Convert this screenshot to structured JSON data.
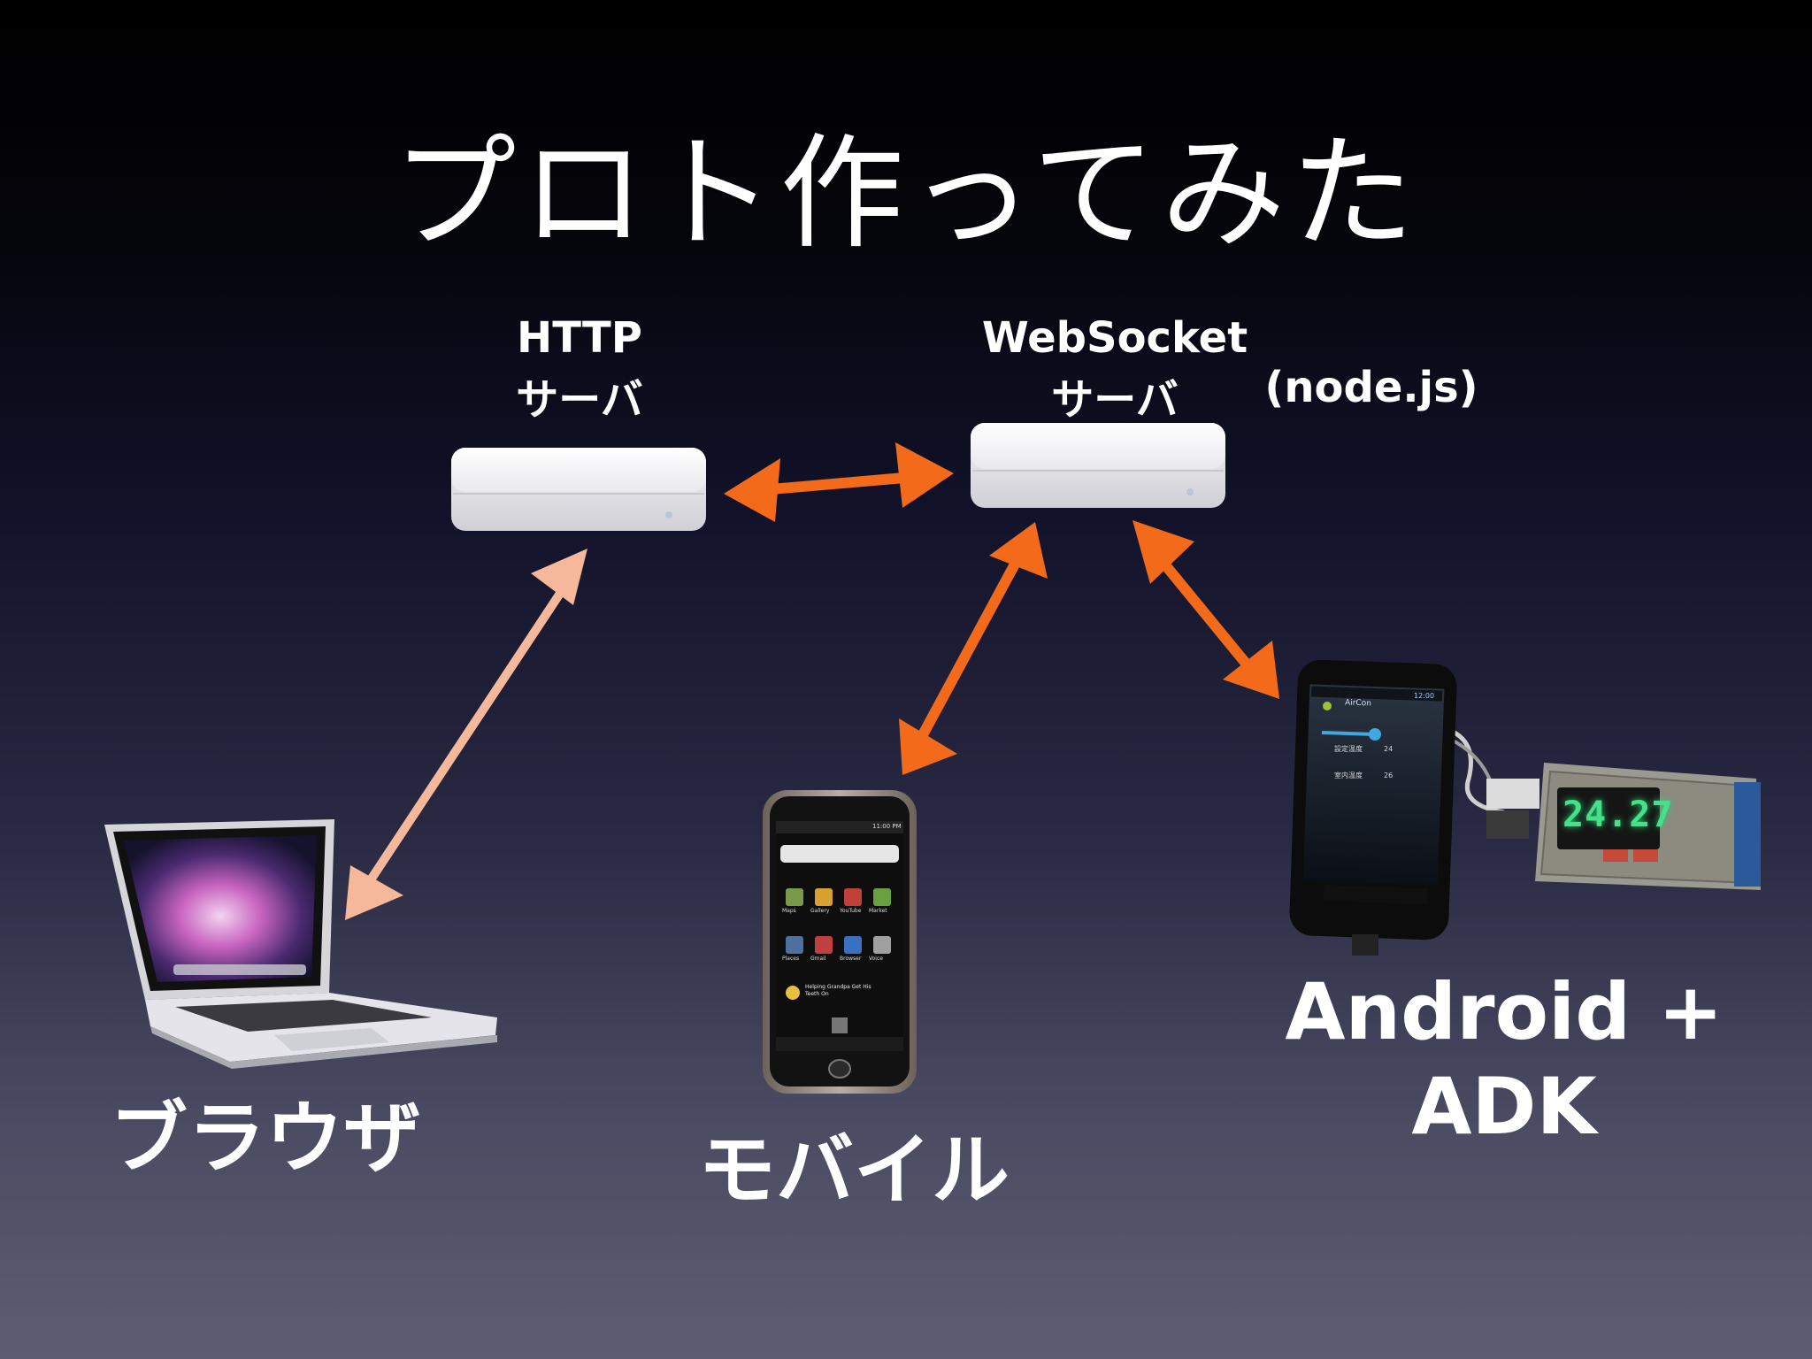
{
  "slide": {
    "title": "プロト作ってみた"
  },
  "nodes": {
    "http_server": {
      "line1": "HTTP",
      "line2": "サーバ"
    },
    "websocket_server": {
      "line1": "WebSocket",
      "line2": "サーバ",
      "note": "(node.js)"
    },
    "browser": {
      "label": "ブラウザ"
    },
    "mobile": {
      "label": "モバイル"
    },
    "android_adk": {
      "line1": "Android +",
      "line2": "ADK"
    }
  },
  "devices": {
    "android_screen": {
      "app": "AirCon",
      "status_time": "12:00",
      "row1_label": "設定温度",
      "row1_value": "24",
      "row2_label": "室内温度",
      "row2_value": "26"
    },
    "led_display": "24.27",
    "mobile_screen": {
      "status_time": "11:00 PM",
      "apps": [
        "Maps",
        "Gallery",
        "YouTube",
        "Market",
        "Places",
        "Gmail",
        "Browser",
        "Voice"
      ],
      "notice_line1": "Helping Grandpa Get His",
      "notice_line2": "Teeth On"
    }
  },
  "colors": {
    "arrow_orange": "#f26a1a",
    "arrow_peach": "#f6b89a"
  }
}
